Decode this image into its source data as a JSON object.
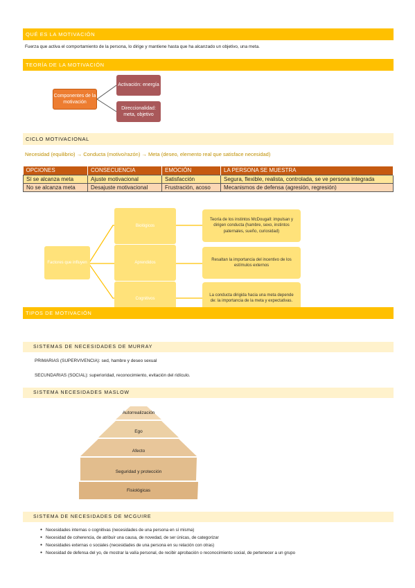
{
  "sections": {
    "que_es": {
      "heading": "QUÉ ES LA MOTIVACIÓN",
      "text": "Fuerza que activa el comportamiento de la persona, lo dirige y mantiene hasta que ha alcanzado un objetivo, una meta."
    },
    "teoria": {
      "heading": "TEORÍA DE LA MOTIVACIÓN",
      "diagram": {
        "root": "Componentes de la motivación",
        "branch1": "Activación: energía",
        "branch2": "Direccionalidad: meta, objetivo"
      }
    },
    "ciclo": {
      "heading": "CICLO MOTIVACIONAL",
      "sequence": "Necesidad (equilibrio) → Conducta (motivo/razón) →  Meta (deseo, elemento real que satisface necesidad)",
      "table": {
        "headers": [
          "OPCIONES",
          "CONSECUENCIA",
          "EMOCIÓN",
          "LA PERSONA SE MUESTRA"
        ],
        "rows": [
          [
            "Sí se alcanza meta",
            "Ajuste motivacional",
            "Satisfacción",
            "Segura, flexible, realista, controlada, se ve persona integrada"
          ],
          [
            "No se alcanza meta",
            "Desajuste motivacional",
            "Frustración, acoso",
            "Mecanismos de defensa (agresión, regresión)"
          ]
        ]
      },
      "factors": {
        "root": "Factores que influyen",
        "items": [
          {
            "label": "Biológicos",
            "desc": "Teoría de los instintos McDougall: impulsan y dirigen conducta (hambre, sexo, instintos paternales, sueño, curiosidad)"
          },
          {
            "label": "Aprendidos",
            "desc": "Resaltan la importancia del incentivo de los estímulos externos"
          },
          {
            "label": "Cognitivos",
            "desc": "La conducta dirigida hacia una meta depende de: la importancia de la meta y expectativas."
          }
        ]
      }
    },
    "tipos": {
      "heading": "TIPOS DE MOTIVACIÓN",
      "murray": {
        "heading": "SISTEMAS DE NECESIDADES DE MURRAY",
        "primarias": "PRIMARIAS (SUPERVIVENCIA): sed, hambre y deseo sexual",
        "secundarias": "SECUNDARIAS (SOCIAL): superioridad, reconocimiento, evitación del ridículo."
      },
      "maslow": {
        "heading": "SISTEMA NECESIDADES MASLOW",
        "levels": [
          "Autorrealización",
          "Ego",
          "Afecto",
          "Seguridad y protección",
          "Fisiológicas"
        ]
      },
      "mcguire": {
        "heading": "SISTEMA DE NECESIDADES DE MCGUIRE",
        "items": [
          "Necesidades internas o cognitivas (necesidades de una persona en sí misma)",
          "Necesidad de coherencia, de atribuir una causa, de novedad, de ser únicas, de categorizar",
          "Necesidades externas o sociales (necesidades de una persona en su relación con otras)",
          "Necesidad de defensa del yo, de mostrar la valía personal, de recibir aprobación o reconocimiento social, de pertenecer a un grupo"
        ]
      }
    }
  },
  "colors": {
    "band": "#ffc000",
    "subband": "#fff2cc",
    "orange_box": "#ed7d31",
    "brown_box": "#a9585a",
    "table_header": "#c55a11",
    "row_yes": "#ffe699",
    "row_no": "#fbd7b5",
    "pyramid": [
      "#f2d8b3",
      "#ecceA2",
      "#e8c69a",
      "#e2bd8d",
      "#ddb380"
    ]
  }
}
